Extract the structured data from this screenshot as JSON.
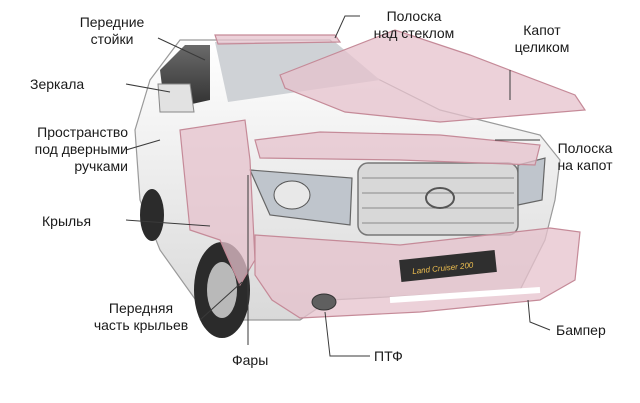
{
  "labels": {
    "front_pillars": "Передние\nстойки",
    "mirrors": "Зеркала",
    "door_handle_space": "Пространство\nпод дверными\nручками",
    "fenders": "Крылья",
    "front_fenders": "Передняя\nчасть крыльев",
    "headlights": "Фары",
    "fog_lights": "ПТФ",
    "windshield_strip": "Полоска\nнад стеклом",
    "hood_full": "Капот\nцеликом",
    "hood_strip": "Полоска\nна капот",
    "bumper": "Бампер"
  },
  "badge": {
    "text": "Land Cruiser 200"
  },
  "colors": {
    "film": "#e6c2cc",
    "film_stroke": "#c58a98",
    "car_body": "#f4f4f4",
    "glass": "#4a4a4a",
    "leader": "#3a3a3a"
  }
}
